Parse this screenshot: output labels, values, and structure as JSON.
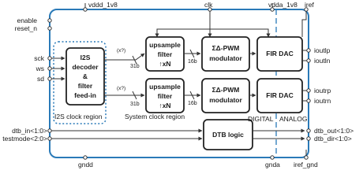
{
  "pins": {
    "top": {
      "vddd": "vddd_1v8",
      "clk": "clk",
      "vdda": "vdda_1v8",
      "iref": "iref"
    },
    "left": {
      "enable": "enable",
      "reset": "reset_n",
      "sck": "sck",
      "ws": "ws",
      "sd": "sd",
      "dtb_in": "dtb_in<1:0>",
      "testmode": "testmode<2:0>"
    },
    "right": {
      "ioutlp": "ioutlp",
      "ioutln": "ioutln",
      "ioutrp": "ioutrp",
      "ioutrn": "ioutrn",
      "dtb_out": "dtb_out<1:0>",
      "dtb_dir": "dtb_dir<1:0>"
    },
    "bottom": {
      "gndd": "gndd",
      "gnda": "gnda",
      "iref_gnd": "iref_gnd"
    }
  },
  "blocks": {
    "i2s": {
      "line1": "I2S",
      "line2": "decoder",
      "line3": "&",
      "line4": "filter",
      "line5": "feed-in"
    },
    "upsample_top": {
      "line1": "upsample",
      "line2": "filter",
      "line3": "↑xN"
    },
    "upsample_bot": {
      "line1": "upsample",
      "line2": "filter",
      "line3": "↑xN"
    },
    "sdpwm_top": {
      "line1": "ΣΔ-PWM",
      "line2": "modulator"
    },
    "sdpwm_bot": {
      "line1": "ΣΔ-PWM",
      "line2": "modulator"
    },
    "firdac_top": {
      "label": "FIR DAC"
    },
    "firdac_bot": {
      "label": "FIR DAC"
    },
    "dtb": {
      "label": "DTB logic"
    }
  },
  "buses": {
    "x2_top": "(x?)",
    "w31_top": "31b",
    "w16_top": "16b",
    "x2_bot": "(x?)",
    "w31_bot": "31b",
    "w16_bot": "16b"
  },
  "regions": {
    "i2s_clock": "I2S clock region",
    "system_clock": "System clock region",
    "digital": "DIGITAL",
    "analog": "ANALOG"
  },
  "colors": {
    "border": "#2a7ab8",
    "line": "#333333",
    "block_stroke": "#222222"
  }
}
